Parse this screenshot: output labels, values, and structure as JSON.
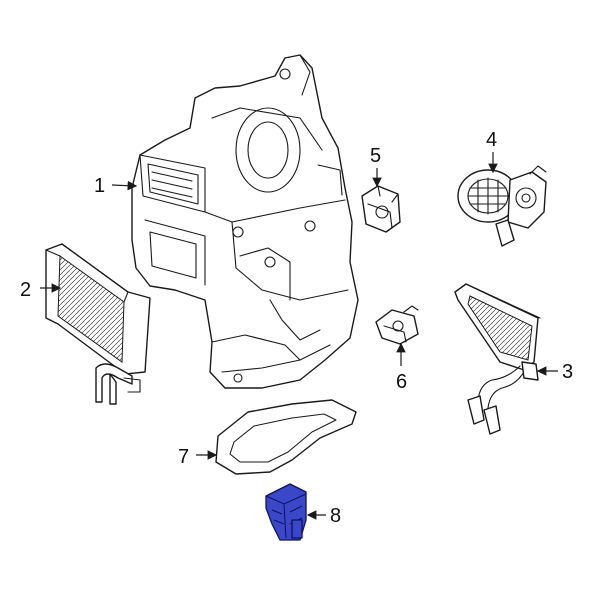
{
  "callouts": [
    {
      "id": "1",
      "label": "1"
    },
    {
      "id": "2",
      "label": "2"
    },
    {
      "id": "3",
      "label": "3"
    },
    {
      "id": "4",
      "label": "4"
    },
    {
      "id": "5",
      "label": "5"
    },
    {
      "id": "6",
      "label": "6"
    },
    {
      "id": "7",
      "label": "7"
    },
    {
      "id": "8",
      "label": "8"
    }
  ],
  "highlight_color": "#3b47c9",
  "line_color": "#1a1a1a",
  "background_color": "#ffffff"
}
